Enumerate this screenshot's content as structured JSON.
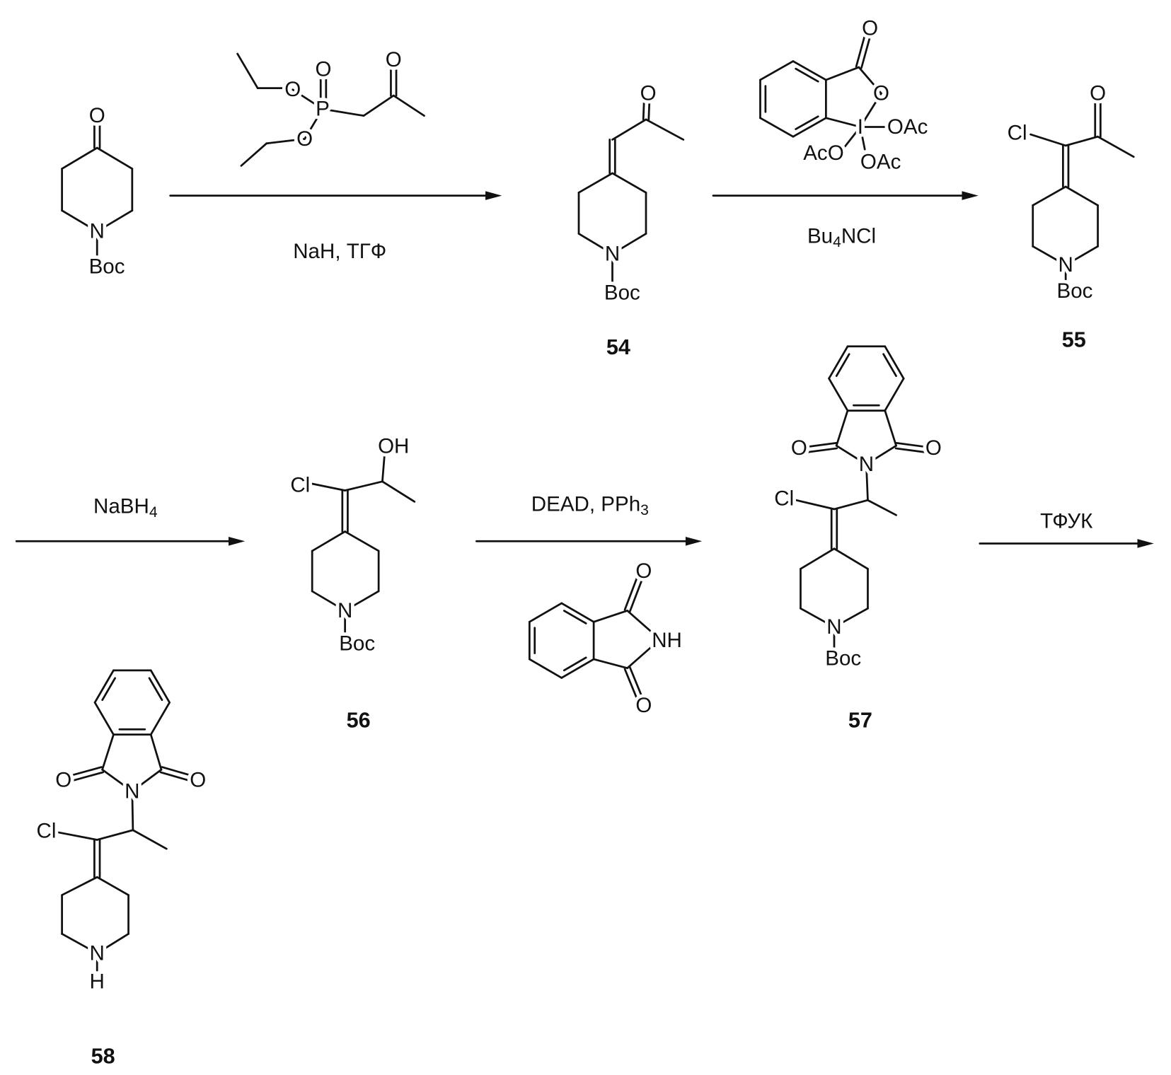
{
  "scheme": {
    "start_material": {
      "o": "O",
      "n": "N",
      "boc": "Boc"
    },
    "phosphonate": {
      "o1": "O",
      "o2": "O",
      "o3": "O",
      "p": "P",
      "o4": "O"
    },
    "step1": {
      "conditions": "NaH, ТГФ"
    },
    "c54": {
      "number": "54",
      "o": "O",
      "n": "N",
      "boc": "Boc"
    },
    "iodane": {
      "o1": "O",
      "o2": "O",
      "i": "I",
      "oac1": "OAc",
      "aco": "AcO",
      "oac2": "OAc"
    },
    "step2": {
      "reagent_a": "Bu",
      "reagent_sub": "4",
      "reagent_b": "NCl"
    },
    "c55": {
      "number": "55",
      "cl": "Cl",
      "o": "O",
      "n": "N",
      "boc": "Boc"
    },
    "step3": {
      "reagent_a": "NaBH",
      "reagent_sub": "4"
    },
    "c56": {
      "number": "56",
      "cl": "Cl",
      "oh": "OH",
      "n": "N",
      "boc": "Boc"
    },
    "step4": {
      "reagent_a": "DEAD, PPh",
      "reagent_sub": "3"
    },
    "phthalimide": {
      "o1": "O",
      "nh": "NH",
      "o2": "O"
    },
    "c57": {
      "number": "57",
      "o1": "O",
      "o2": "O",
      "n_imide": "N",
      "cl": "Cl",
      "n": "N",
      "boc": "Boc"
    },
    "step5": {
      "reagent": "ТФУК"
    },
    "c58": {
      "number": "58",
      "o1": "O",
      "o2": "O",
      "n_imide": "N",
      "cl": "Cl",
      "n": "N",
      "h": "H"
    },
    "colors": {
      "ink": "#111111",
      "background": "#ffffff"
    }
  }
}
